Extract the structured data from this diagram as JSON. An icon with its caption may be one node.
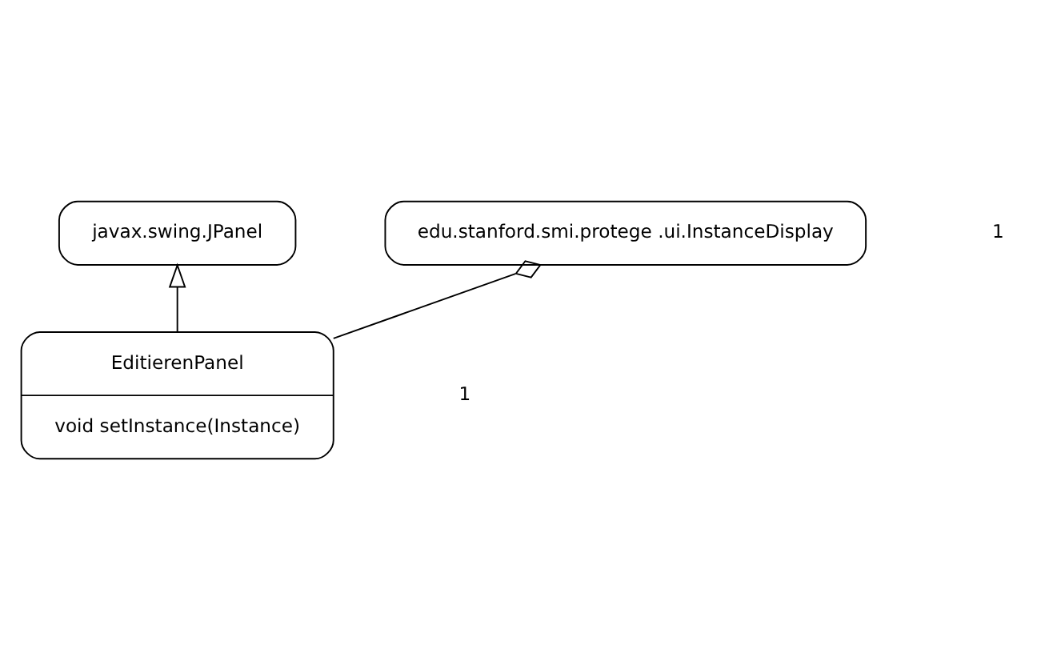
{
  "diagram": {
    "nodes": [
      {
        "text": [
          "javax.swing.JPanel"
        ]
      },
      {
        "text": [
          "EditierenPanel",
          "void setInstance(Instance)"
        ]
      },
      {
        "text": [
          "edu.stanford.smi.protege .ui.InstanceDisplay"
        ]
      }
    ],
    "edges": [
      {
        "from": 1,
        "to": 0,
        "arrow": "to"
      },
      {
        "from": 1,
        "to": 2,
        "arrow": "other"
      }
    ],
    "labels": [
      "1",
      "1"
    ]
  }
}
